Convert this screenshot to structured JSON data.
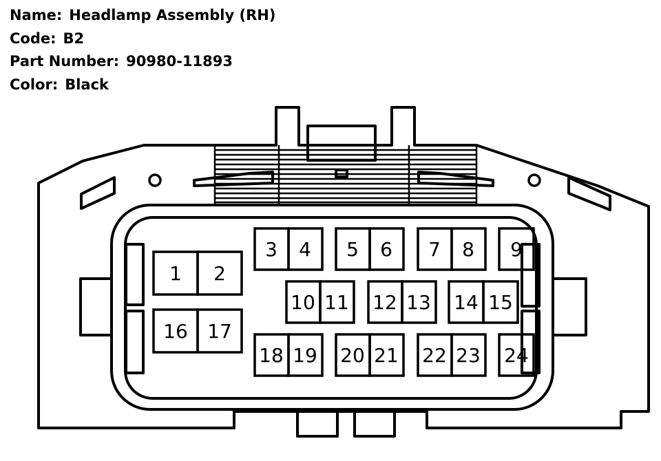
{
  "info": {
    "name_label": "Name:",
    "name_value": "Headlamp Assembly (RH)",
    "code_label": "Code:",
    "code_value": "B2",
    "part_label": "Part Number:",
    "part_value": "90980-11893",
    "color_label": "Color:",
    "color_value": "Black"
  },
  "pins": {
    "p1": "1",
    "p2": "2",
    "p3": "3",
    "p4": "4",
    "p5": "5",
    "p6": "6",
    "p7": "7",
    "p8": "8",
    "p9": "9",
    "p10": "10",
    "p11": "11",
    "p12": "12",
    "p13": "13",
    "p14": "14",
    "p15": "15",
    "p16": "16",
    "p17": "17",
    "p18": "18",
    "p19": "19",
    "p20": "20",
    "p21": "21",
    "p22": "22",
    "p23": "23",
    "p24": "24"
  }
}
